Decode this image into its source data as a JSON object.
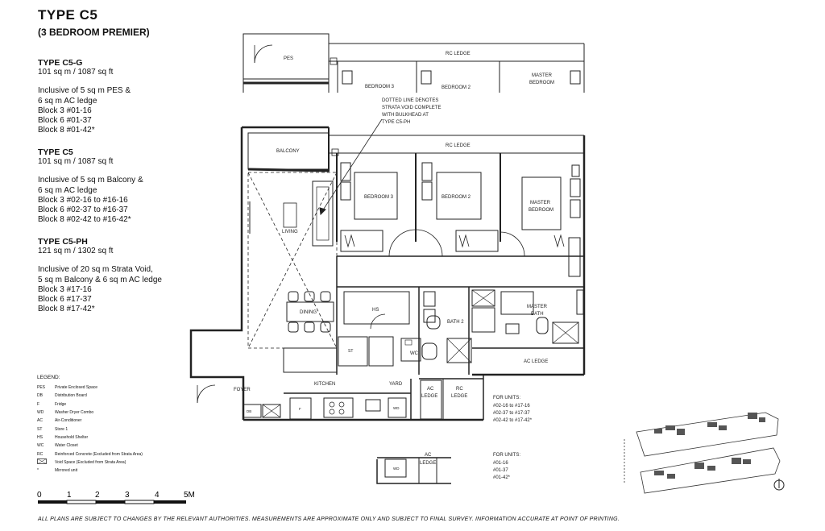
{
  "header": {
    "title": "TYPE  C5",
    "subtitle": "(3 BEDROOM PREMIER)"
  },
  "types": [
    {
      "name": "TYPE C5-G",
      "area": "101 sq m / 1087 sq ft",
      "lines": [
        "Inclusive of 5 sq m PES &",
        "6 sq m AC ledge",
        "Block 3 #01-16",
        "Block 6 #01-37",
        "Block 8 #01-42*"
      ]
    },
    {
      "name": "TYPE C5",
      "area": "101 sq m / 1087 sq ft",
      "lines": [
        "Inclusive of 5 sq m Balcony &",
        "6 sq m AC ledge",
        "Block 3 #02-16 to #16-16",
        "Block 6 #02-37 to #16-37",
        "Block 8 #02-42 to #16-42*"
      ]
    },
    {
      "name": "TYPE C5-PH",
      "area": "121 sq m / 1302 sq ft",
      "lines": [
        "Inclusive of 20 sq m Strata Void,",
        "5 sq m Balcony & 6 sq m AC ledge",
        "Block 3 #17-16",
        "Block 6 #17-37",
        "Block 8 #17-42*"
      ]
    }
  ],
  "legend": {
    "title": "LEGEND:",
    "items": [
      {
        "key": "PES",
        "desc": "Private Enclosed Space"
      },
      {
        "key": "DB",
        "desc": "Distribution Board"
      },
      {
        "key": "F",
        "desc": "Fridge"
      },
      {
        "key": "WD",
        "desc": "Washer Dryer Combo"
      },
      {
        "key": "AC",
        "desc": "Air-Conditioner"
      },
      {
        "key": "ST",
        "desc": "Store 1"
      },
      {
        "key": "HS",
        "desc": "Household Shelter"
      },
      {
        "key": "WC",
        "desc": "Water Closet"
      },
      {
        "key": "RC",
        "desc": "Reinforced Concrete (Excluded from Strata Area)"
      },
      {
        "key": "",
        "desc": "Void Space (Excluded from Strata Area)"
      },
      {
        "key": "*",
        "desc": "Mirrored unit"
      }
    ]
  },
  "scale": {
    "ticks": [
      "0",
      "1",
      "2",
      "3",
      "4",
      "5M"
    ]
  },
  "plan_labels": {
    "pes": "PES",
    "rc_ledge": "RC LEDGE",
    "bedroom3": "BEDROOM 3",
    "bedroom2": "BEDROOM 2",
    "master_bedroom_1": "MASTER",
    "master_bedroom_2": "BEDROOM",
    "note": [
      "DOTTED LINE DENOTES",
      "STRATA VOID COMPLETE",
      "WITH BULKHEAD AT",
      "TYPE C5-PH"
    ],
    "balcony": "BALCONY",
    "living": "LIVING",
    "dining": "DINING",
    "hs": "HS",
    "bath2": "BATH 2",
    "master_bath_1": "MASTER",
    "master_bath_2": "BATH",
    "wc": "WC",
    "st": "ST",
    "ac_ledge": "AC LEDGE",
    "foyer": "FOYER",
    "kitchen": "KITCHEN",
    "yard": "YARD",
    "ac": "AC",
    "ledge": "LEDGE",
    "rc": "RC",
    "db": "DB",
    "f": "F",
    "wd": "WD"
  },
  "units_a": {
    "title": "FOR UNITS:",
    "lines": [
      "#02-16 to #17-16",
      "#02-37 to #17-37",
      "#02-42 to #17-42*"
    ]
  },
  "units_b": {
    "title": "FOR UNITS:",
    "lines": [
      "#01-16",
      "#01-37",
      "#01-42*"
    ]
  },
  "footer": "ALL PLANS ARE SUBJECT TO CHANGES BY THE RELEVANT AUTHORITIES. MEASUREMENTS ARE APPROXIMATE ONLY AND SUBJECT TO FINAL SURVEY. INFORMATION ACCURATE AT POINT OF PRINTING."
}
